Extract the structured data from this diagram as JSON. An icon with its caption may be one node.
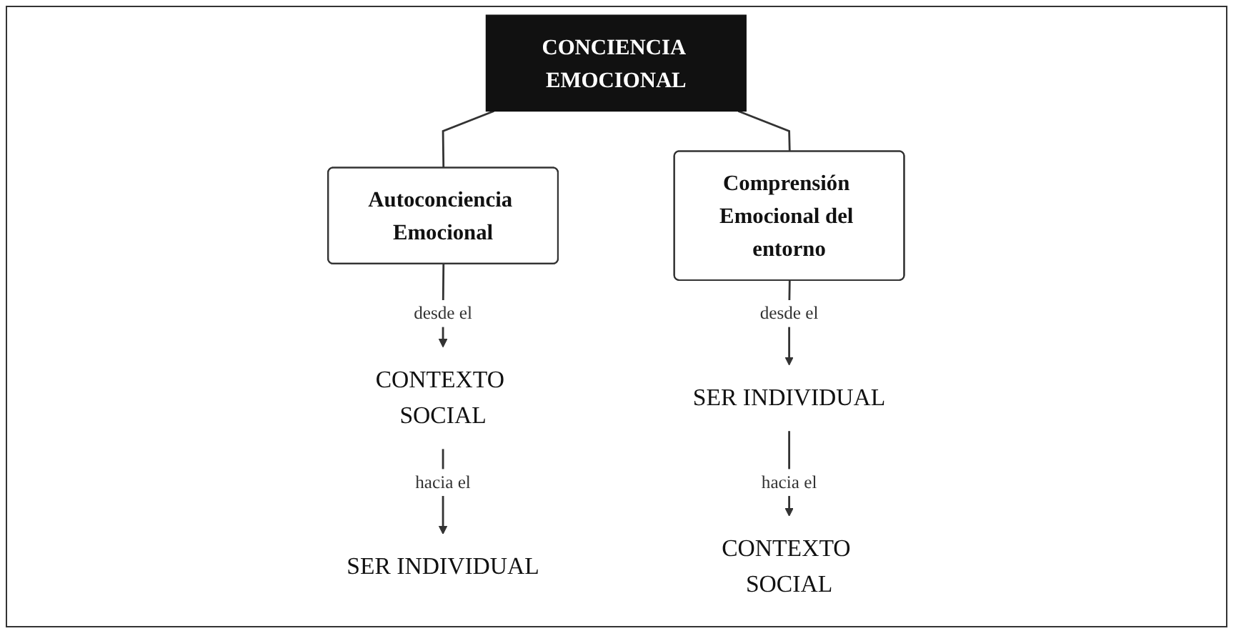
{
  "diagram": {
    "nodes": [
      {
        "text": [
          "CONCIENCIA EMOCIONAL"
        ]
      },
      {
        "text": [
          "Autoconciencia Emocional"
        ]
      },
      {
        "text": [
          "Comprensión Emocional del entorno"
        ]
      },
      {
        "text": [
          "CONTEXTO SOCIAL"
        ]
      },
      {
        "text": [
          "SER INDIVIDUAL"
        ]
      },
      {
        "text": [
          "SER INDIVIDUAL"
        ]
      },
      {
        "text": [
          "CONTEXTO SOCIAL"
        ]
      }
    ],
    "edges": [
      {
        "from": 0,
        "to": 1,
        "arrow": "none"
      },
      {
        "from": 0,
        "to": 2,
        "arrow": "none"
      },
      {
        "from": 1,
        "to": 3,
        "arrow": "to",
        "label": "desde el"
      },
      {
        "from": 3,
        "to": 4,
        "arrow": "to",
        "label": "hacia el"
      },
      {
        "from": 2,
        "to": 5,
        "arrow": "to",
        "label": "desde el"
      },
      {
        "from": 5,
        "to": 6,
        "arrow": "to",
        "label": "hacia el"
      }
    ]
  }
}
